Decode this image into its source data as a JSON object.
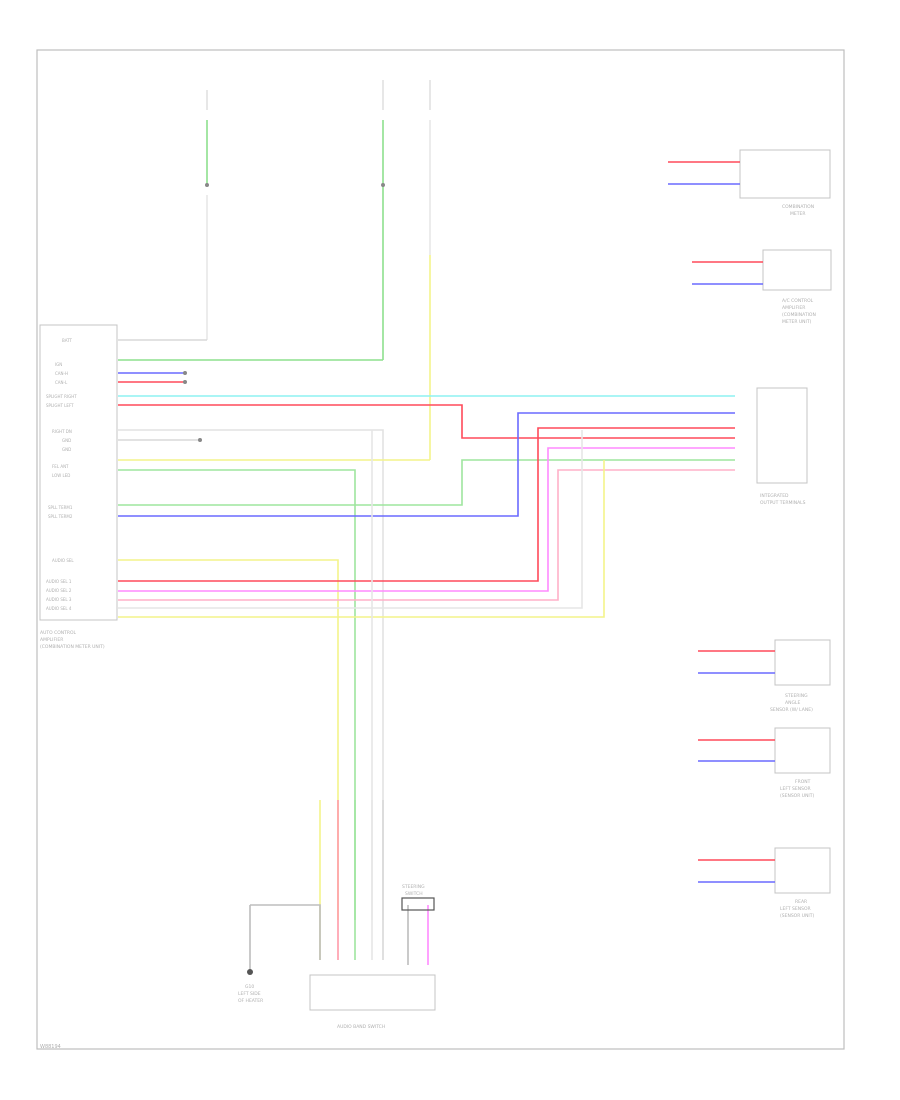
{
  "footer_code": "W88194",
  "colors": {
    "frame": "#bdbdbd",
    "text": "#b0b0b0",
    "lt_green": "#8ee08e",
    "blue": "#6a6aff",
    "red": "#ff4a5a",
    "cyan": "#8ef2f2",
    "yellow": "#f4f48a",
    "green": "#9ee59e",
    "pink": "#ffb0c8",
    "magenta": "#ff8aff",
    "gray": "#d8d8d8"
  },
  "components": {
    "avc_unit": {
      "name_lines": [
        "AUTO CONTROL",
        "AMPLIFIER",
        "(COMBINATION METER UNIT)"
      ]
    },
    "stereo_plug_right": {
      "name_lines": [
        "INTEGRATED",
        "OUTPUT TERMINALS"
      ]
    },
    "audio_unit": {
      "name": "AUDIO BAND SWITCH"
    },
    "ground_label": {
      "name_lines": [
        "G10",
        "LEFT SIDE",
        "OF HEATER"
      ]
    },
    "panel_switch": {
      "name_lines": [
        "STEERING",
        "SWITCH"
      ]
    },
    "combination_meter": {
      "name_lines": [
        "COMBINATION",
        "METER"
      ]
    },
    "ac_unit": {
      "name_lines": [
        "A/C CONTROL",
        "AMPLIFIER",
        "(COMBINATION",
        "METER UNIT)"
      ]
    },
    "steering_angle": {
      "name_lines": [
        "STEERING",
        "ANGLE",
        "SENSOR (W/ LANE)"
      ]
    },
    "front_left_sensor": {
      "name_lines": [
        "FRONT",
        "LEFT SENSOR",
        "(SENSOR UNIT)"
      ]
    },
    "rear_left_sensor": {
      "name_lines": [
        "REAR",
        "LEFT SENSOR",
        "(SENSOR UNIT)"
      ]
    }
  }
}
